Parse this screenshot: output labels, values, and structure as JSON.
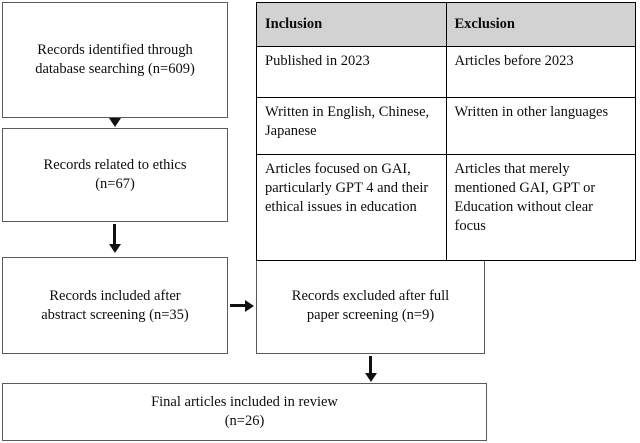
{
  "diagram": {
    "type": "prisma-flow-diagram",
    "boxes": [
      {
        "id": "identified",
        "line1": "Records identified through",
        "line2": "database searching (n=609)",
        "count": 609
      },
      {
        "id": "ethics",
        "line1": "Records related to ethics",
        "line2": "(n=67)",
        "count": 67
      },
      {
        "id": "abstract",
        "line1": "Records included after",
        "line2": "abstract screening (n=35)",
        "count": 35
      },
      {
        "id": "excluded",
        "line1": "Records excluded after full",
        "line2": "paper screening (n=9)",
        "count": 9
      },
      {
        "id": "final",
        "line1": "Final articles included in review",
        "line2": "(n=26)",
        "count": 26
      }
    ],
    "connectors": [
      {
        "id": "identified-to-ethics",
        "from": "identified",
        "to": "ethics",
        "direction": "down"
      },
      {
        "id": "ethics-to-abstract",
        "from": "ethics",
        "to": "abstract",
        "direction": "down"
      },
      {
        "id": "abstract-to-excluded",
        "from": "abstract",
        "to": "excluded",
        "direction": "right"
      },
      {
        "id": "excluded-to-final",
        "from": "excluded",
        "to": "final",
        "direction": "down"
      }
    ]
  },
  "criteria_table": {
    "headers": [
      "Inclusion",
      "Exclusion"
    ],
    "header_background": "#d2d2d2",
    "rows": [
      {
        "inclusion": "Published in 2023",
        "exclusion": "Articles before 2023"
      },
      {
        "inclusion": "Written in English, Chinese, Japanese",
        "exclusion": "Written in other languages"
      },
      {
        "inclusion": "Articles focused on GAI, particularly GPT 4 and their ethical issues in education",
        "exclusion": "Articles that merely mentioned GAI, GPT or Education without clear focus"
      }
    ]
  },
  "colors": {
    "box_border": "#5b5b5b",
    "table_border": "#000000",
    "arrow": "#111111",
    "page_background": "#ffffff",
    "text": "#0d0d0d"
  }
}
